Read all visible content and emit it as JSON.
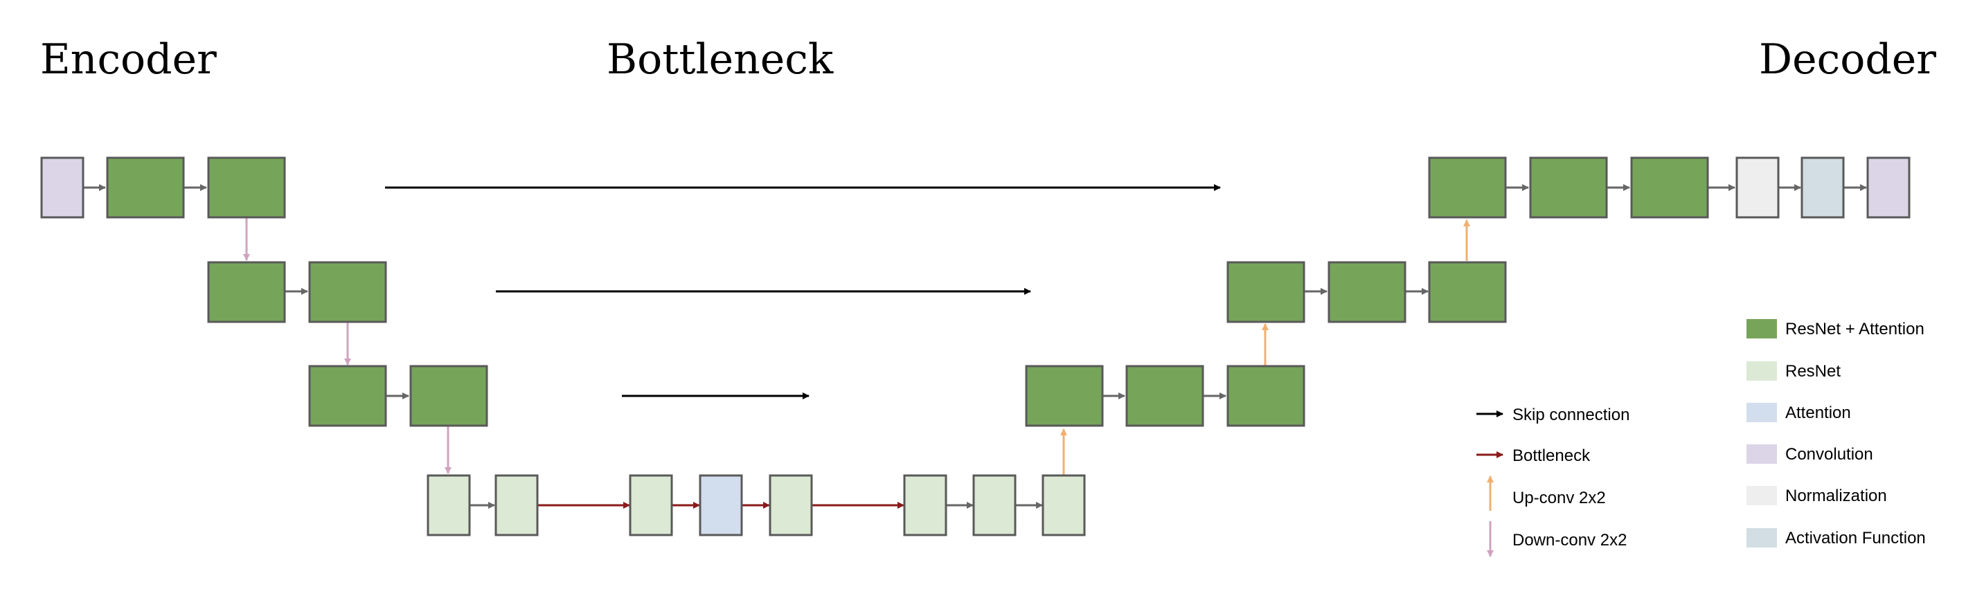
{
  "headings": {
    "encoder": "Encoder",
    "bottleneck": "Bottleneck",
    "decoder": "Decoder"
  },
  "colors": {
    "resnet_attention": "#76a55a",
    "resnet": "#dce9d4",
    "attention": "#d2deee",
    "convolution": "#dbd5e7",
    "normalization": "#eeeeee",
    "activation_function": "#d2dee3",
    "block_border": "#595959",
    "skip_arrow": "#000000",
    "flow_arrow": "#666666",
    "bottleneck_arrow": "#8b1a1a",
    "upconv_arrow": "#f0b070",
    "downconv_arrow": "#cfa3bf"
  },
  "arrow_legend": [
    {
      "label": "Skip connection",
      "kind": "skip",
      "icon": "right-arrow-black"
    },
    {
      "label": "Bottleneck",
      "kind": "bottleneck",
      "icon": "right-arrow-dark-red"
    },
    {
      "label": "Up-conv 2x2",
      "kind": "upconv",
      "icon": "up-arrow-orange"
    },
    {
      "label": "Down-conv 2x2",
      "kind": "downconv",
      "icon": "down-arrow-pink"
    }
  ],
  "block_legend": [
    {
      "label": "ResNet + Attention",
      "kind": "resnet_attention"
    },
    {
      "label": "ResNet",
      "kind": "resnet"
    },
    {
      "label": "Attention",
      "kind": "attention"
    },
    {
      "label": "Convolution",
      "kind": "convolution"
    },
    {
      "label": "Normalization",
      "kind": "normalization"
    },
    {
      "label": "Activation Function",
      "kind": "activation_function"
    }
  ]
}
